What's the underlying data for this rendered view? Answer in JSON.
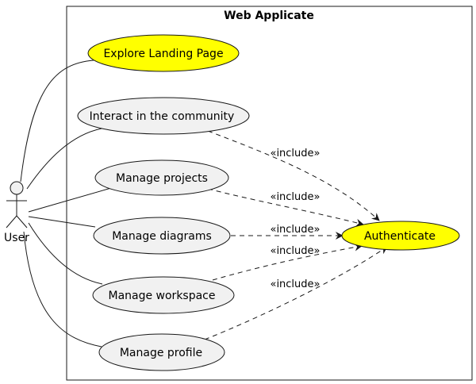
{
  "system": {
    "title": "Web Applicate"
  },
  "actor": {
    "label": "User"
  },
  "use_cases": {
    "explore": {
      "label": "Explore Landing Page",
      "highlighted": true
    },
    "community": {
      "label": "Interact in the community",
      "highlighted": false
    },
    "projects": {
      "label": "Manage projects",
      "highlighted": false
    },
    "diagrams": {
      "label": "Manage diagrams",
      "highlighted": false
    },
    "workspace": {
      "label": "Manage workspace",
      "highlighted": false
    },
    "profile": {
      "label": "Manage profile",
      "highlighted": false
    },
    "authenticate": {
      "label": "Authenticate",
      "highlighted": true
    }
  },
  "relations": {
    "community_auth": "«include»",
    "projects_auth": "«include»",
    "diagrams_auth": "«include»",
    "workspace_auth": "«include»",
    "profile_auth": "«include»"
  },
  "colors": {
    "highlight_fill": "#ffff00",
    "usecase_fill": "#f1f1f1",
    "stroke": "#181818",
    "background": "#ffffff"
  }
}
